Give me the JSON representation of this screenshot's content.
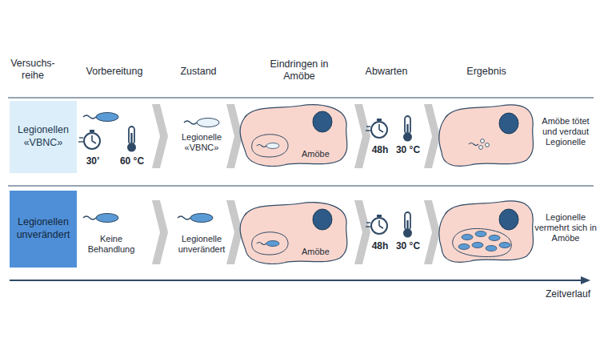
{
  "diagram": {
    "nodes": [
      {
        "text": [
          "Legionellen «VBNC»"
        ]
      },
      {
        "text": [
          "Amöbe"
        ]
      },
      {
        "text": [
          "Legionellen unverändert"
        ]
      },
      {
        "text": [
          "Amöbe"
        ]
      }
    ],
    "labels": [
      "Versuchs- reihe",
      "Vorbereitung",
      "Zustand",
      "Eindringen in Amöbe",
      "Abwarten",
      "Ergebnis",
      "30’",
      "60 °C",
      "Legionelle «VBNC»",
      "48h",
      "30 °C",
      "Amöbe tötet und verdaut Legionelle",
      "Keine Behandlung",
      "Legionelle unverändert",
      "48h",
      "30 °C",
      "Legionelle vermehrt sich in Amöbe",
      "Zeitverlauf"
    ]
  }
}
